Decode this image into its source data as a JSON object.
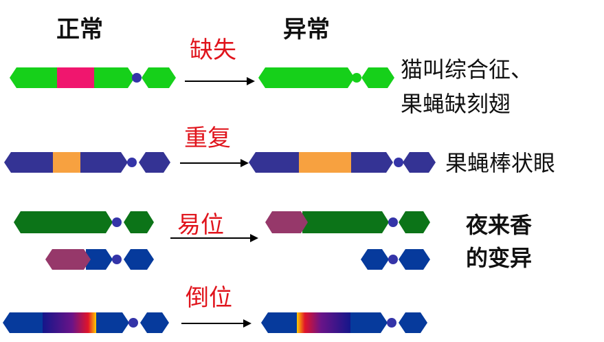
{
  "headers": {
    "normal": "正常",
    "abnormal": "异常"
  },
  "rows": [
    {
      "type": "缺失",
      "result_lines": [
        "猫叫综合征、",
        "果蝇缺刻翅"
      ]
    },
    {
      "type": "重复",
      "result_lines": [
        "果蝇棒状眼"
      ]
    },
    {
      "type": "易位",
      "result_lines": [
        "夜来香",
        "的变异"
      ]
    },
    {
      "type": "倒位",
      "result_lines": []
    }
  ],
  "colors": {
    "green": "#16d01a",
    "pink": "#f0166e",
    "blue": "#343394",
    "orange": "#f7a140",
    "dark_green": "#0c7418",
    "mauve": "#96386a",
    "royal_blue": "#063a9c",
    "centromere": "#3434a8",
    "red_label": "#e0141c",
    "arrow": "#000000"
  }
}
